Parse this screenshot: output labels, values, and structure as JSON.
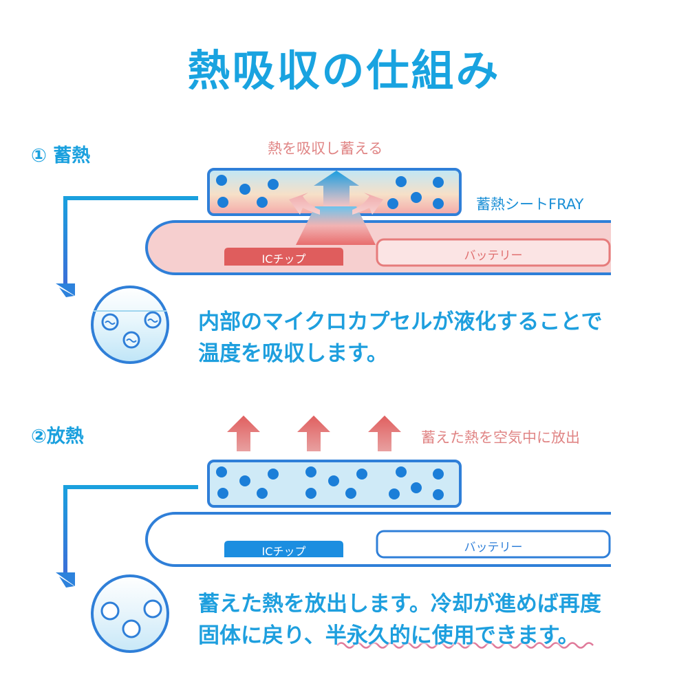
{
  "title": "熱吸収の仕組み",
  "section1": {
    "step_label": "① 蓄熱",
    "caption": "熱を吸収し蓄える",
    "sheet_label": "蓄熱シートFRAY",
    "chip_label": "ICチップ",
    "battery_label": "バッテリー",
    "description_line1": "内部のマイクロカプセルが液化することで",
    "description_line2": "温度を吸収します。"
  },
  "section2": {
    "step_label": "②放熱",
    "caption": "蓄えた熱を空気中に放出",
    "chip_label": "ICチップ",
    "battery_label": "バッテリー",
    "description_line1": "蓄えた熱を放出します。冷却が進めば再度",
    "description_line2_a": "固体に戻り、",
    "description_line2_b": "半永久的に使用できます。"
  },
  "colors": {
    "accent_blue": "#1aa0de",
    "device_outline": "#2f7fd8",
    "caption_pink": "#e08585",
    "chip_red": "#e05a5a",
    "chip_blue": "#1c8ee0",
    "wave_pink": "#e07a9a"
  }
}
